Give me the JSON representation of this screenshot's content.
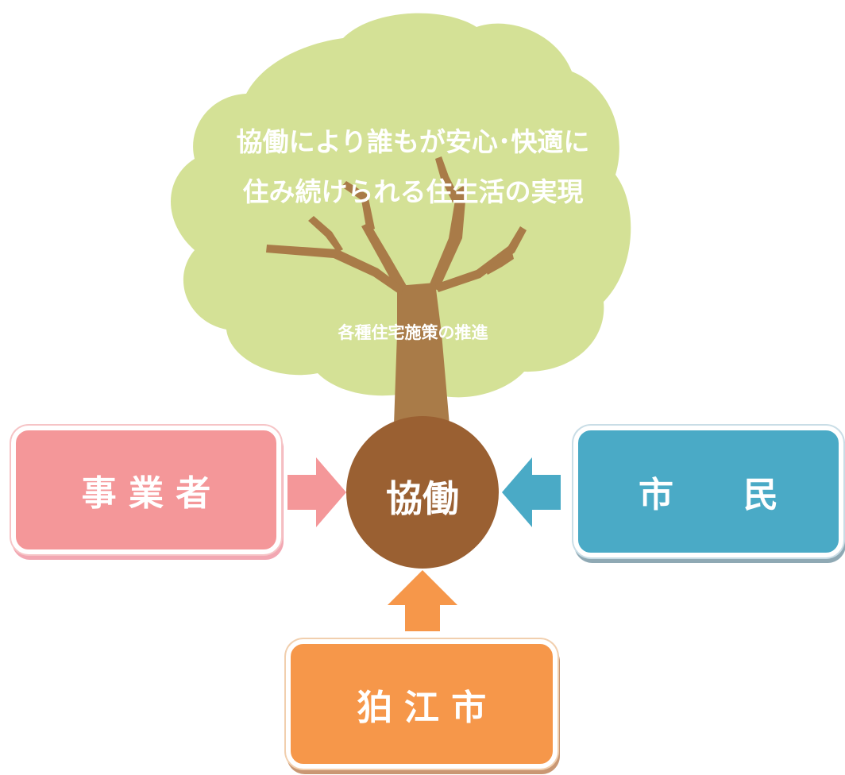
{
  "vision": {
    "line1": "協働により誰もが安心･快適に",
    "line2": "住み続けられる住生活の実現"
  },
  "policy": "各種住宅施策の推進",
  "center": "協働",
  "actors": {
    "business": "事 業 者",
    "citizens": "市　　民",
    "city": "狛 江 市"
  },
  "colors": {
    "canopy": "#d4e196",
    "trunk": "#a97b48",
    "center": "#9a6032",
    "business": "#f49799",
    "citizens": "#4aaac6",
    "city": "#f6974a"
  }
}
